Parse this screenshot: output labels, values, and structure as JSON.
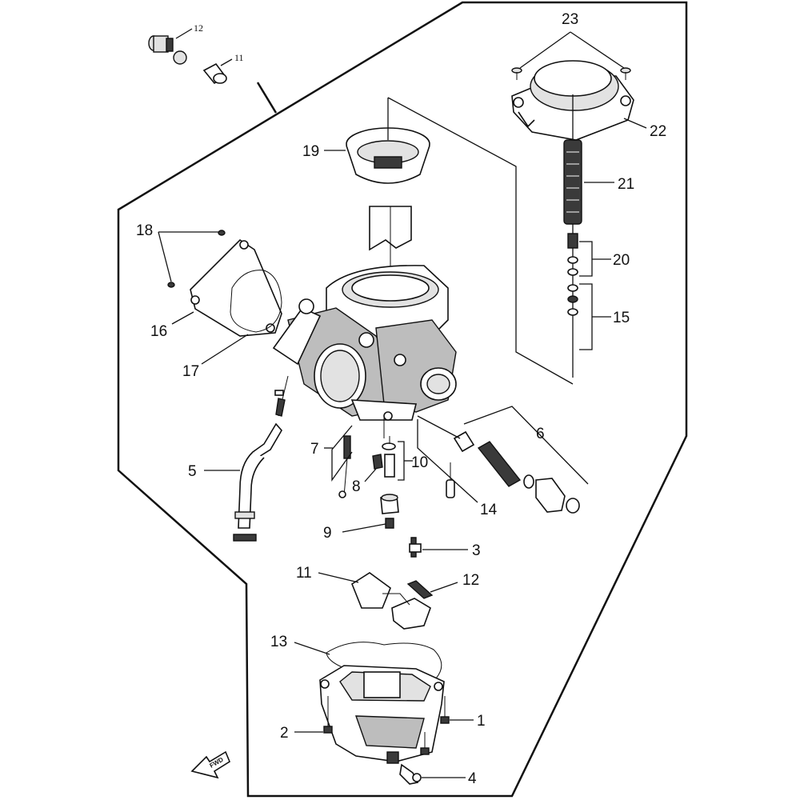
{
  "callouts": {
    "p1": "1",
    "p2": "2",
    "p3": "3",
    "p4": "4",
    "p5": "5",
    "p6": "6",
    "p7": "7",
    "p8": "8",
    "p9": "9",
    "p10": "10",
    "p11_top": "11",
    "p12_top": "12",
    "p11": "11",
    "p12": "12",
    "p13": "13",
    "p14": "14",
    "p15": "15",
    "p16": "16",
    "p17": "17",
    "p18": "18",
    "p19": "19",
    "p20": "20",
    "p21": "21",
    "p22": "22",
    "p23": "23"
  },
  "fwd_arrow": {
    "label": "FWD"
  }
}
